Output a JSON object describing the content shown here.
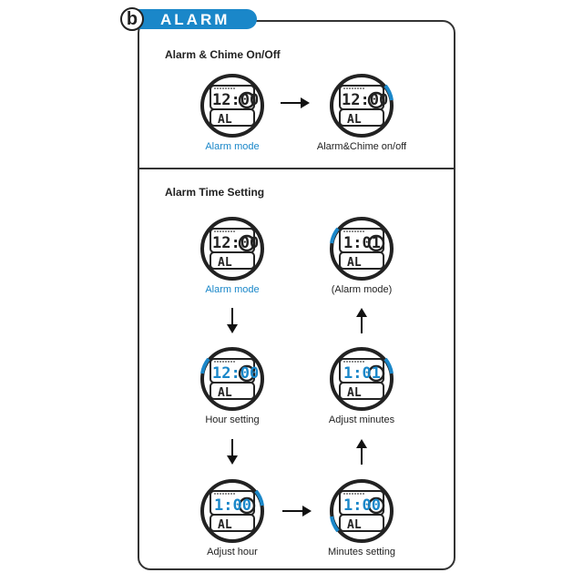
{
  "section": {
    "letter": "b",
    "title": "ALARM"
  },
  "chime_section": {
    "heading": "Alarm & Chime On/Off",
    "steps": [
      {
        "caption": "Alarm mode",
        "display": "12:00",
        "sub": "AL"
      },
      {
        "caption": "Alarm&Chime on/off",
        "display": "12:00",
        "sub": "AL"
      }
    ]
  },
  "time_section": {
    "heading": "Alarm Time Setting",
    "steps": [
      {
        "caption": "Alarm mode",
        "display": "12:00",
        "sub": "AL"
      },
      {
        "caption": "Hour setting",
        "display": "12:00",
        "sub": "AL"
      },
      {
        "caption": "Adjust hour",
        "display": "1:00",
        "sub": "AL"
      },
      {
        "caption": "Minutes setting",
        "display": "1:00",
        "sub": "AL"
      },
      {
        "caption": "Adjust minutes",
        "display": "1:01",
        "sub": "AL"
      },
      {
        "caption": "(Alarm mode)",
        "display": "1:01",
        "sub": "AL"
      }
    ]
  },
  "colors": {
    "accent": "#1a87c9",
    "ink": "#222222"
  }
}
